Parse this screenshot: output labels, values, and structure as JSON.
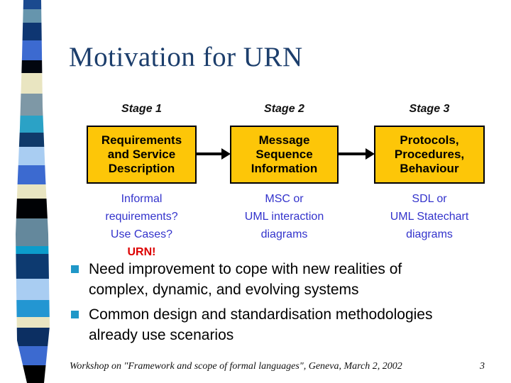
{
  "slide": {
    "title": "Motivation for URN",
    "footer": "Workshop on \"Framework and scope of formal languages\", Geneva, March 2, 2002",
    "page_number": "3"
  },
  "colors": {
    "title_text": "#1C3E6C",
    "box_fill": "#FDC608",
    "box_border": "#000000",
    "box_text": "#000000",
    "note_text": "#3333CC",
    "highlight_text": "#DD0000",
    "bullet_square": "#1F97C8",
    "arrow": "#000000"
  },
  "diagram": {
    "columns": [
      {
        "stage": "Stage 1",
        "box_lines": [
          "Requirements",
          "and Service",
          "Description"
        ],
        "note_lines": [
          "Informal requirements?",
          "Use Cases?",
          "URN!"
        ]
      },
      {
        "stage": "Stage 2",
        "box_lines": [
          "Message",
          "Sequence",
          "Information"
        ],
        "note_lines": [
          "MSC or",
          "UML interaction",
          "diagrams"
        ]
      },
      {
        "stage": "Stage 3",
        "box_lines": [
          "Protocols,",
          "Procedures,",
          "Behaviour"
        ],
        "note_lines": [
          "SDL or",
          "UML Statechart",
          "diagrams"
        ]
      }
    ]
  },
  "bullets": [
    {
      "line1": "Need improvement to cope with new realities of",
      "line2": "complex, dynamic, and evolving systems"
    },
    {
      "line1": "Common design and standardisation methodologies",
      "line2": "already use scenarios"
    }
  ],
  "filmstrip": {
    "blocks": [
      {
        "color": "#1B4A8F",
        "h": 13
      },
      {
        "color": "#6695AD",
        "h": 19
      },
      {
        "color": "#0E3672",
        "h": 25
      },
      {
        "color": "#3C6AD0",
        "h": 28
      },
      {
        "color": "#02060F",
        "h": 18
      },
      {
        "color": "#E9E5C1",
        "h": 29
      },
      {
        "color": "#7E98A6",
        "h": 31
      },
      {
        "color": "#2BA2C6",
        "h": 24
      },
      {
        "color": "#103A6A",
        "h": 20
      },
      {
        "color": "#A9CDF2",
        "h": 26
      },
      {
        "color": "#3C6AD0",
        "h": 27
      },
      {
        "color": "#E9E5C1",
        "h": 20
      },
      {
        "color": "#000205",
        "h": 28
      },
      {
        "color": "#64889C",
        "h": 39
      },
      {
        "color": "#0C9CCB",
        "h": 11
      },
      {
        "color": "#0D3A70",
        "h": 35
      },
      {
        "color": "#A9CDF2",
        "h": 30
      },
      {
        "color": "#2396D2",
        "h": 24
      },
      {
        "color": "#E9E5C1",
        "h": 15
      },
      {
        "color": "#0C2F62",
        "h": 26
      },
      {
        "color": "#3C6AD0",
        "h": 27
      },
      {
        "color": "#000000",
        "h": 25
      }
    ]
  }
}
